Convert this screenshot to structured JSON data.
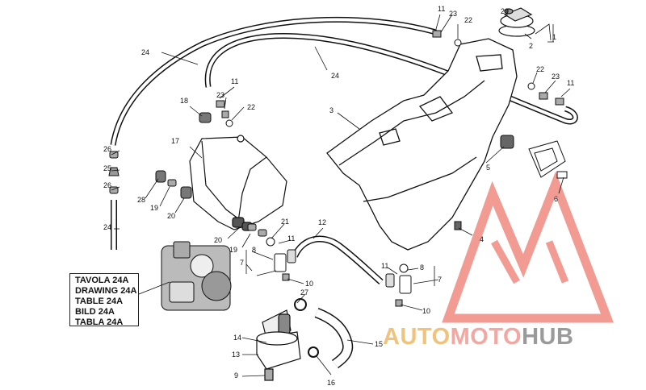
{
  "reference_box": {
    "lines": [
      "TAVOLA 24A",
      "DRAWING 24A",
      "TABLE 24A",
      "BILD 24A",
      "TABLA 24A"
    ]
  },
  "watermark": {
    "part1": "AUTO",
    "part2": "MOTO",
    "part3": "HUB",
    "colors": {
      "auto": "#f1c27b",
      "moto": "#f2a8a2",
      "hub": "#9a9a9a",
      "logo": "#f08a80"
    }
  },
  "callouts": {
    "c1": "1",
    "c2": "2",
    "c3": "3",
    "c4": "4",
    "c5": "5",
    "c6": "6",
    "c7a": "7",
    "c7b": "7",
    "c8a": "8",
    "c8b": "8",
    "c9": "9",
    "c10a": "10",
    "c10b": "10",
    "c11a": "11",
    "c11b": "11",
    "c11c": "11",
    "c11d": "11",
    "c11e": "11",
    "c12": "12",
    "c13": "13",
    "c14": "14",
    "c15": "15",
    "c16": "16",
    "c17": "17",
    "c18": "18",
    "c19a": "19",
    "c19b": "19",
    "c20a": "20",
    "c20b": "20",
    "c21": "21",
    "c22a": "22",
    "c22b": "22",
    "c22c": "22",
    "c23a": "23",
    "c23b": "23",
    "c23c": "23",
    "c24a": "24",
    "c24b": "24",
    "c24c": "24",
    "c25": "25",
    "c26a": "26",
    "c26b": "26",
    "c27": "27",
    "c28": "28",
    "c29": "29"
  }
}
